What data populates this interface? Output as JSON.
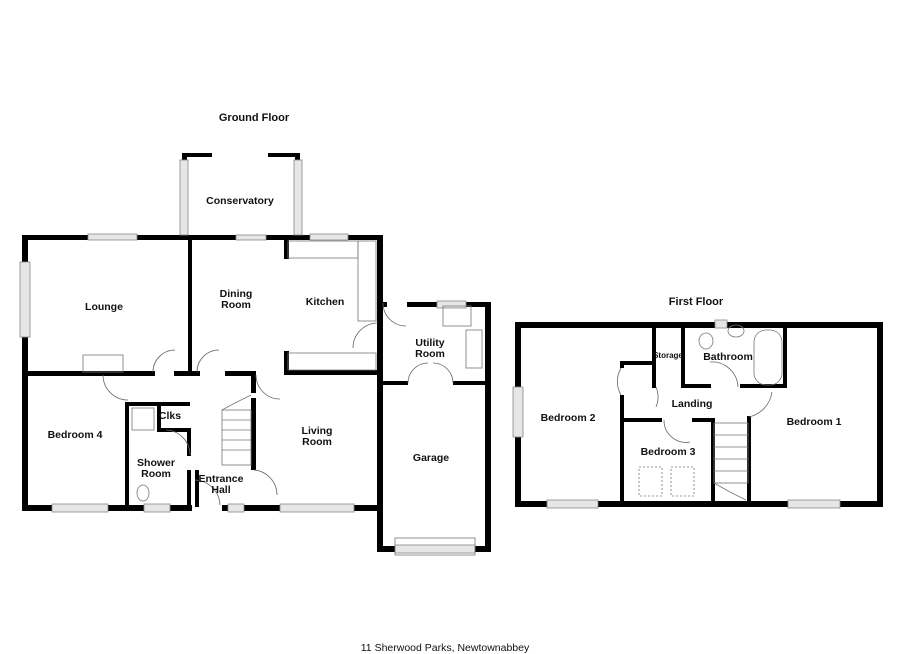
{
  "ground_floor": {
    "title": "Ground Floor",
    "rooms": {
      "conservatory": [
        "Conservatory"
      ],
      "lounge": [
        "Lounge"
      ],
      "dining_room": [
        "Dining",
        "Room"
      ],
      "kitchen": [
        "Kitchen"
      ],
      "utility_room": [
        "Utility",
        "Room"
      ],
      "living_room": [
        "Living",
        "Room"
      ],
      "garage": [
        "Garage"
      ],
      "bedroom_4": [
        "Bedroom 4"
      ],
      "clks": [
        "Clks"
      ],
      "shower_room": [
        "Shower",
        "Room"
      ],
      "entrance_hall": [
        "Entrance",
        "Hall"
      ]
    }
  },
  "first_floor": {
    "title": "First Floor",
    "rooms": {
      "storage": [
        "Storage"
      ],
      "bathroom": [
        "Bathroom"
      ],
      "landing": [
        "Landing"
      ],
      "bedroom_2": [
        "Bedroom 2"
      ],
      "bedroom_3": [
        "Bedroom 3"
      ],
      "bedroom_1": [
        "Bedroom 1"
      ]
    }
  },
  "caption": "11 Sherwood Parks, Newtownabbey"
}
